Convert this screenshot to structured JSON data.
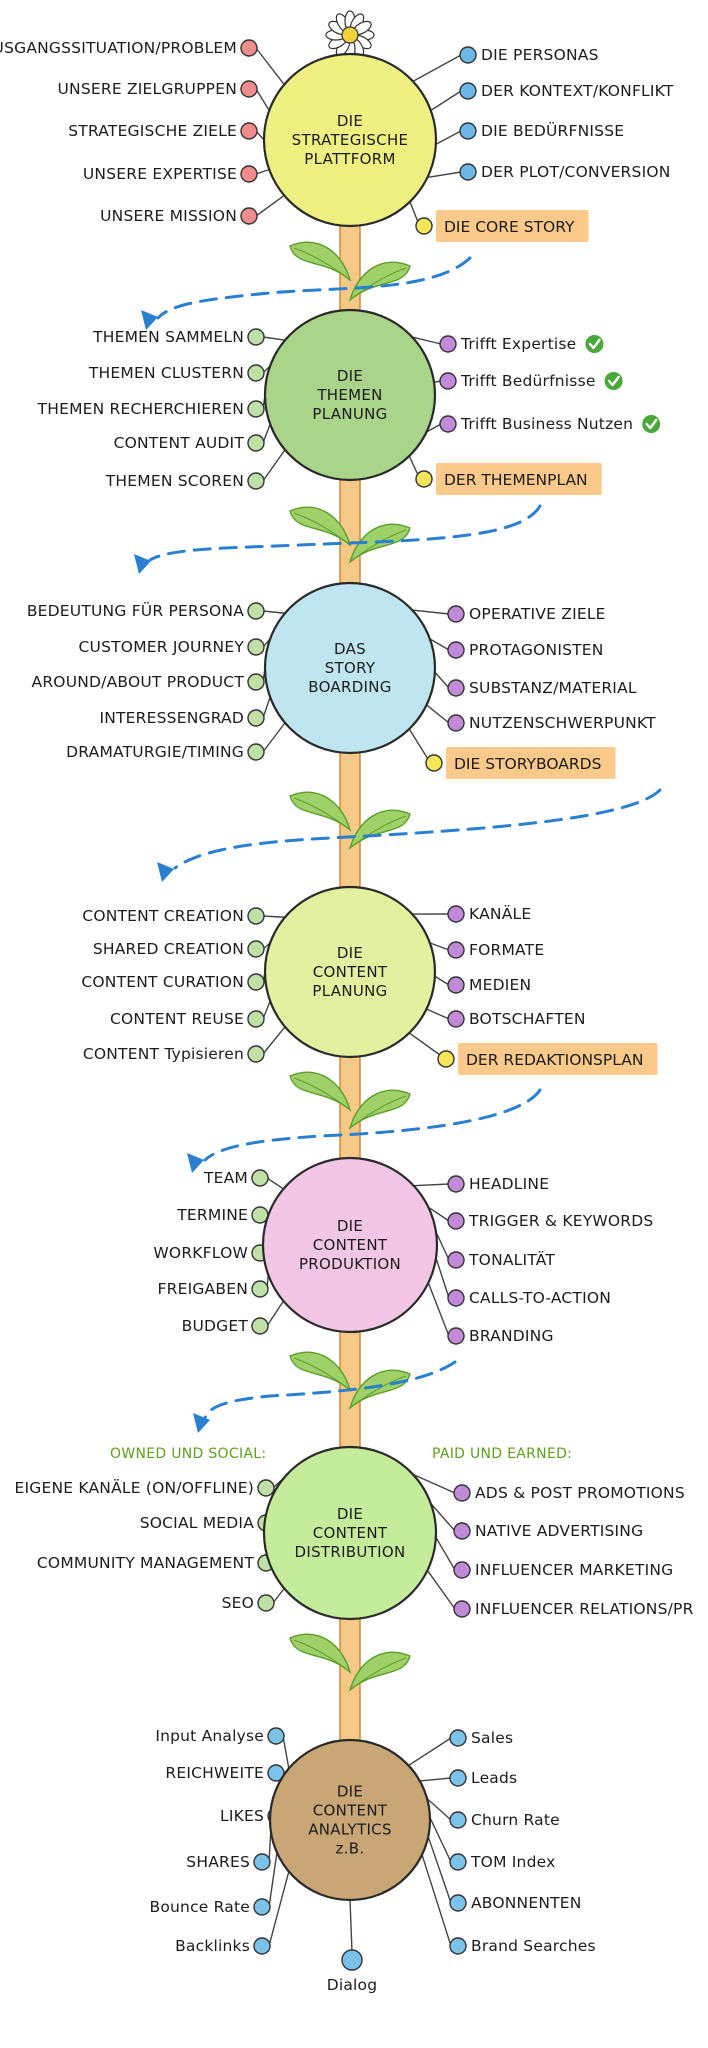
{
  "colors": {
    "stem": "#f6c887",
    "stem_edge": "#c98e3c",
    "leaf": "#9fd06a",
    "leaf_edge": "#5e9e2a",
    "dash": "#2a7fd1",
    "highlight": "#fbc98a",
    "check": "#4aa83a",
    "owned_header": "#5f9e1f"
  },
  "stages": [
    {
      "id": "plattform",
      "title_lines": [
        "DIE",
        "STRATEGISCHE",
        "PLATTFORM"
      ],
      "fill": "#eef082",
      "left_items": [
        {
          "text": "AUSGANGSSITUATION/PROBLEM",
          "dot": "#f28b8b"
        },
        {
          "text": "UNSERE ZIELGRUPPEN",
          "dot": "#f28b8b"
        },
        {
          "text": "STRATEGISCHE ZIELE",
          "dot": "#f28b8b"
        },
        {
          "text": "UNSERE EXPERTISE",
          "dot": "#f28b8b"
        },
        {
          "text": "UNSERE MISSION",
          "dot": "#f28b8b"
        }
      ],
      "right_items": [
        {
          "text": "DIE PERSONAS",
          "dot": "#6bb7e8"
        },
        {
          "text": "DER KONTEXT/KONFLIKT",
          "dot": "#6bb7e8"
        },
        {
          "text": "DIE BEDÜRFNISSE",
          "dot": "#6bb7e8"
        },
        {
          "text": "DER PLOT/CONVERSION",
          "dot": "#6bb7e8"
        }
      ],
      "highlight": "DIE CORE STORY"
    },
    {
      "id": "themen",
      "title_lines": [
        "DIE",
        "THEMEN",
        "PLANUNG"
      ],
      "fill": "#a9d48a",
      "left_items": [
        {
          "text": "THEMEN SAMMELN",
          "dot": "#bfe0a6"
        },
        {
          "text": "THEMEN CLUSTERN",
          "dot": "#bfe0a6"
        },
        {
          "text": "THEMEN RECHERCHIEREN",
          "dot": "#bfe0a6"
        },
        {
          "text": "CONTENT AUDIT",
          "dot": "#bfe0a6"
        },
        {
          "text": "THEMEN SCOREN",
          "dot": "#bfe0a6"
        }
      ],
      "right_items": [
        {
          "text": "Trifft Expertise",
          "dot": "#c08ad8",
          "check": true
        },
        {
          "text": "Trifft Bedürfnisse",
          "dot": "#c08ad8",
          "check": true
        },
        {
          "text": "Trifft Business Nutzen",
          "dot": "#c08ad8",
          "check": true
        }
      ],
      "highlight": "DER THEMENPLAN"
    },
    {
      "id": "story",
      "title_lines": [
        "DAS",
        "STORY",
        "BOARDING"
      ],
      "fill": "#bfe6f0",
      "left_items": [
        {
          "text": "BEDEUTUNG FÜR PERSONA",
          "dot": "#bfe0a6"
        },
        {
          "text": "CUSTOMER JOURNEY",
          "dot": "#bfe0a6"
        },
        {
          "text": "AROUND/ABOUT PRODUCT",
          "dot": "#bfe0a6"
        },
        {
          "text": "INTERESSENGRAD",
          "dot": "#bfe0a6"
        },
        {
          "text": "DRAMATURGIE/TIMING",
          "dot": "#bfe0a6"
        }
      ],
      "right_items": [
        {
          "text": "OPERATIVE ZIELE",
          "dot": "#c08ad8"
        },
        {
          "text": "PROTAGONISTEN",
          "dot": "#c08ad8"
        },
        {
          "text": "SUBSTANZ/MATERIAL",
          "dot": "#c08ad8"
        },
        {
          "text": "NUTZENSCHWERPUNKT",
          "dot": "#c08ad8"
        }
      ],
      "highlight": "DIE STORYBOARDS"
    },
    {
      "id": "contentplanung",
      "title_lines": [
        "DIE",
        "CONTENT",
        "PLANUNG"
      ],
      "fill": "#e3f0a0",
      "left_items": [
        {
          "text": "CONTENT CREATION",
          "dot": "#bfe0a6"
        },
        {
          "text": "SHARED CREATION",
          "dot": "#bfe0a6"
        },
        {
          "text": "CONTENT CURATION",
          "dot": "#bfe0a6"
        },
        {
          "text": "CONTENT REUSE",
          "dot": "#bfe0a6"
        },
        {
          "text": "CONTENT Typisieren",
          "dot": "#bfe0a6"
        }
      ],
      "right_items": [
        {
          "text": "KANÄLE",
          "dot": "#c08ad8"
        },
        {
          "text": "FORMATE",
          "dot": "#c08ad8"
        },
        {
          "text": "MEDIEN",
          "dot": "#c08ad8"
        },
        {
          "text": "BOTSCHAFTEN",
          "dot": "#c08ad8"
        }
      ],
      "highlight": "DER REDAKTIONSPLAN"
    },
    {
      "id": "produktion",
      "title_lines": [
        "DIE",
        "CONTENT",
        "PRODUKTION"
      ],
      "fill": "#f2c6e4",
      "left_items": [
        {
          "text": "TEAM",
          "dot": "#bfe0a6"
        },
        {
          "text": "TERMINE",
          "dot": "#bfe0a6"
        },
        {
          "text": "WORKFLOW",
          "dot": "#bfe0a6"
        },
        {
          "text": "FREIGABEN",
          "dot": "#bfe0a6"
        },
        {
          "text": "BUDGET",
          "dot": "#bfe0a6"
        }
      ],
      "right_items": [
        {
          "text": "HEADLINE",
          "dot": "#c08ad8"
        },
        {
          "text": "TRIGGER & KEYWORDS",
          "dot": "#c08ad8"
        },
        {
          "text": "TONALITÄT",
          "dot": "#c08ad8"
        },
        {
          "text": "CALLS-TO-ACTION",
          "dot": "#c08ad8"
        },
        {
          "text": "BRANDING",
          "dot": "#c08ad8"
        }
      ],
      "highlight": ""
    },
    {
      "id": "distribution",
      "title_lines": [
        "DIE",
        "CONTENT",
        "DISTRIBUTION"
      ],
      "fill": "#c5ec9a",
      "left_header": "OWNED UND SOCIAL:",
      "right_header": "PAID UND EARNED:",
      "left_items": [
        {
          "text": "EIGENE KANÄLE (ON/OFFLINE)",
          "dot": "#bfe0a6"
        },
        {
          "text": "SOCIAL MEDIA",
          "dot": "#bfe0a6"
        },
        {
          "text": "COMMUNITY MANAGEMENT",
          "dot": "#bfe0a6"
        },
        {
          "text": "SEO",
          "dot": "#bfe0a6"
        }
      ],
      "right_items": [
        {
          "text": "ADS & POST PROMOTIONS",
          "dot": "#c08ad8"
        },
        {
          "text": "NATIVE ADVERTISING",
          "dot": "#c08ad8"
        },
        {
          "text": "INFLUENCER MARKETING",
          "dot": "#c08ad8"
        },
        {
          "text": "INFLUENCER RELATIONS/PR",
          "dot": "#c08ad8"
        }
      ],
      "highlight": ""
    },
    {
      "id": "analytics",
      "title_lines": [
        "DIE",
        "CONTENT",
        "ANALYTICS",
        "z.B."
      ],
      "fill": "#c9a676",
      "left_items": [
        {
          "text": "Input Analyse",
          "dot": "#7cc3ec"
        },
        {
          "text": "REICHWEITE",
          "dot": "#7cc3ec"
        },
        {
          "text": "LIKES",
          "dot": "#7cc3ec"
        },
        {
          "text": "SHARES",
          "dot": "#7cc3ec"
        },
        {
          "text": "Bounce Rate",
          "dot": "#7cc3ec"
        },
        {
          "text": "Backlinks",
          "dot": "#7cc3ec"
        }
      ],
      "right_items": [
        {
          "text": "Sales",
          "dot": "#7cc3ec"
        },
        {
          "text": "Leads",
          "dot": "#7cc3ec"
        },
        {
          "text": "Churn Rate",
          "dot": "#7cc3ec"
        },
        {
          "text": "TOM Index",
          "dot": "#7cc3ec"
        },
        {
          "text": "ABONNENTEN",
          "dot": "#7cc3ec"
        },
        {
          "text": "Brand Searches",
          "dot": "#7cc3ec"
        }
      ],
      "bottom_items": [
        {
          "text": "Dialog",
          "dot": "#7cc3ec"
        }
      ],
      "highlight": ""
    }
  ]
}
